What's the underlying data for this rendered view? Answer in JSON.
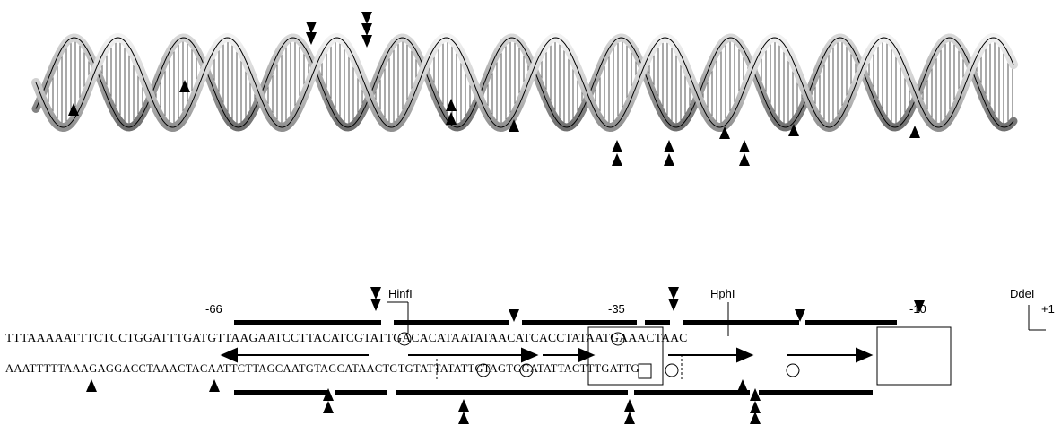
{
  "labels": {
    "pos_m66": "-66",
    "pos_m35": "-35",
    "pos_m10": "-10",
    "pos_p1": "+1",
    "site_hinf": "HinfI",
    "site_hph": "HphI",
    "site_dde": "DdeI"
  },
  "sequence": {
    "top_strand": "TTTAAAAATTTCTCCTGGATTTGATGTTAAGAATCCTTACATCGTATTGACACATAATATAACATCACCTATAATGAAACTAAC",
    "bottom_strand": "AAATTTTTAAAGAGGACCTAAACTACAATTCTTAGCAATGTAGCATAACTGTGTATTATATTGTAGTGGATATTACTTTGATTG"
  },
  "colors": {
    "ink": "#000000",
    "ribbon_light": "#ededed",
    "ribbon_dark": "#9a9a9a"
  }
}
